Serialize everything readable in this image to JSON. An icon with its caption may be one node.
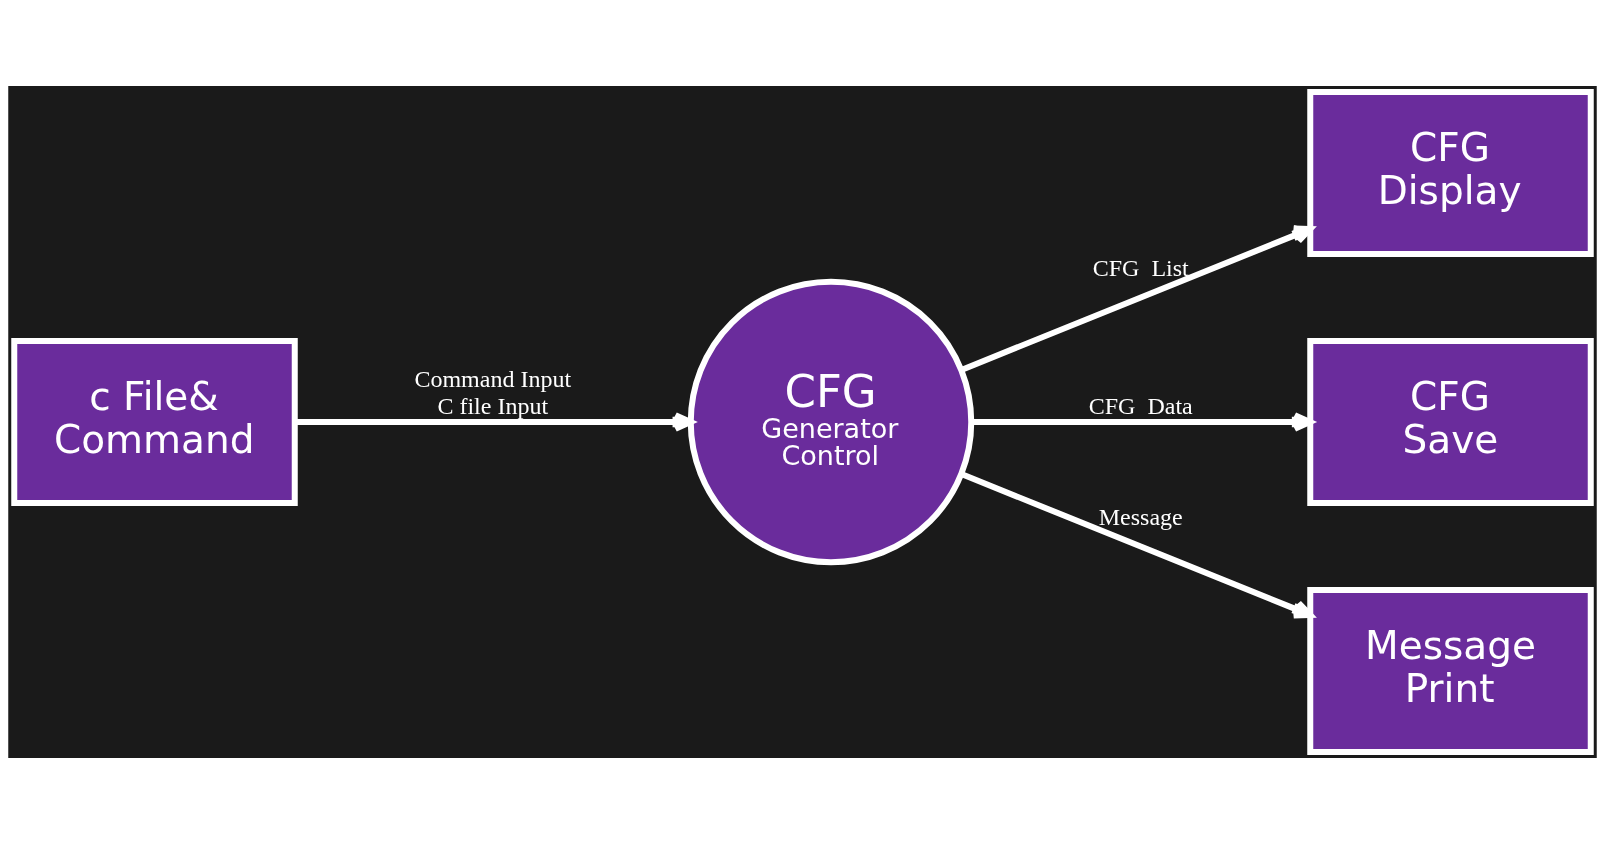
{
  "diagram": {
    "nodes": [
      {
        "text": [
          "c File& Command"
        ]
      },
      {
        "text": [
          "CFG",
          "Generator Control"
        ]
      },
      {
        "text": [
          "CFG Display"
        ]
      },
      {
        "text": [
          "CFG Save"
        ]
      },
      {
        "text": [
          "Message Print"
        ]
      }
    ],
    "edges": [
      {
        "from": 0,
        "to": 1,
        "arrow": "to",
        "label": "Command Input C file Input"
      },
      {
        "from": 1,
        "to": 2,
        "arrow": "to",
        "label": "CFG  List"
      },
      {
        "from": 1,
        "to": 3,
        "arrow": "to",
        "label": "CFG  Data"
      },
      {
        "from": 1,
        "to": 4,
        "arrow": "to",
        "label": "Message"
      }
    ]
  }
}
